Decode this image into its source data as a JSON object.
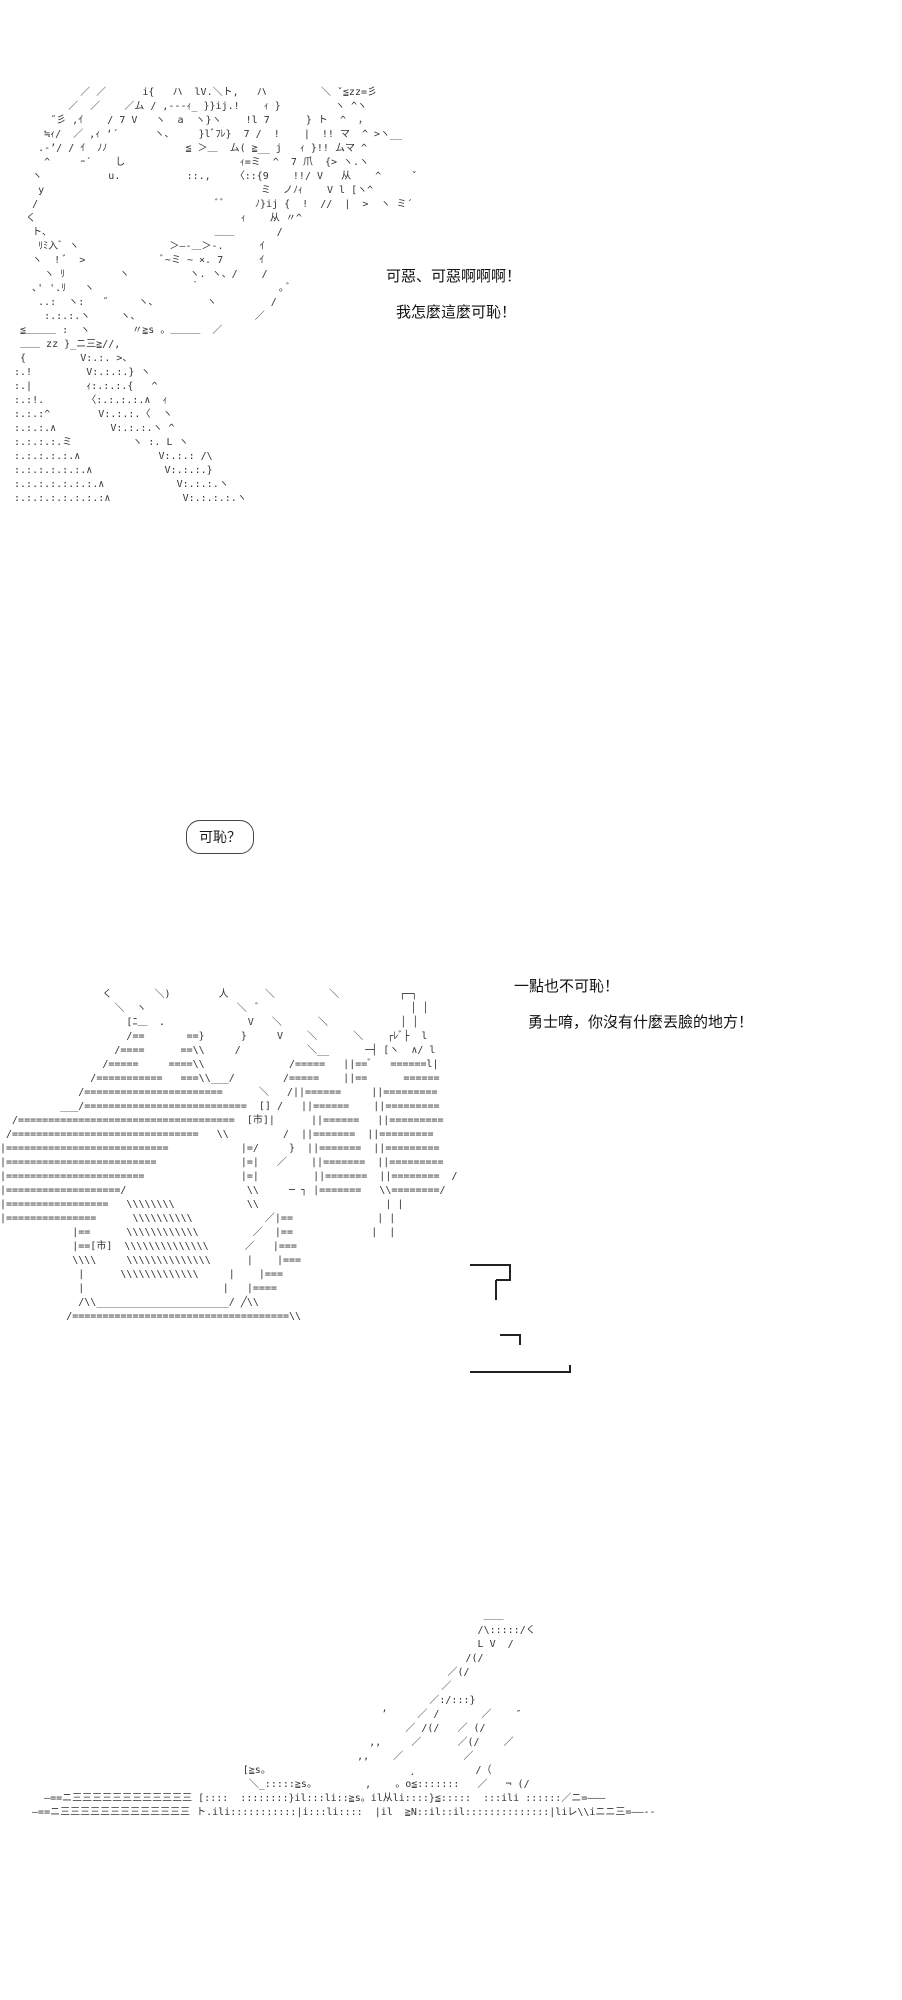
{
  "panel1": {
    "line1": "可惡、可惡啊啊啊！",
    "line2": "我怎麼這麼可恥！"
  },
  "panel2": {
    "bubble": "可恥？"
  },
  "panel3": {
    "line1": "一點也不可恥！",
    "line2": "勇士唷，你沒有什麼丟臉的地方！"
  },
  "glyphs": {
    "kanji_shi": "市"
  }
}
